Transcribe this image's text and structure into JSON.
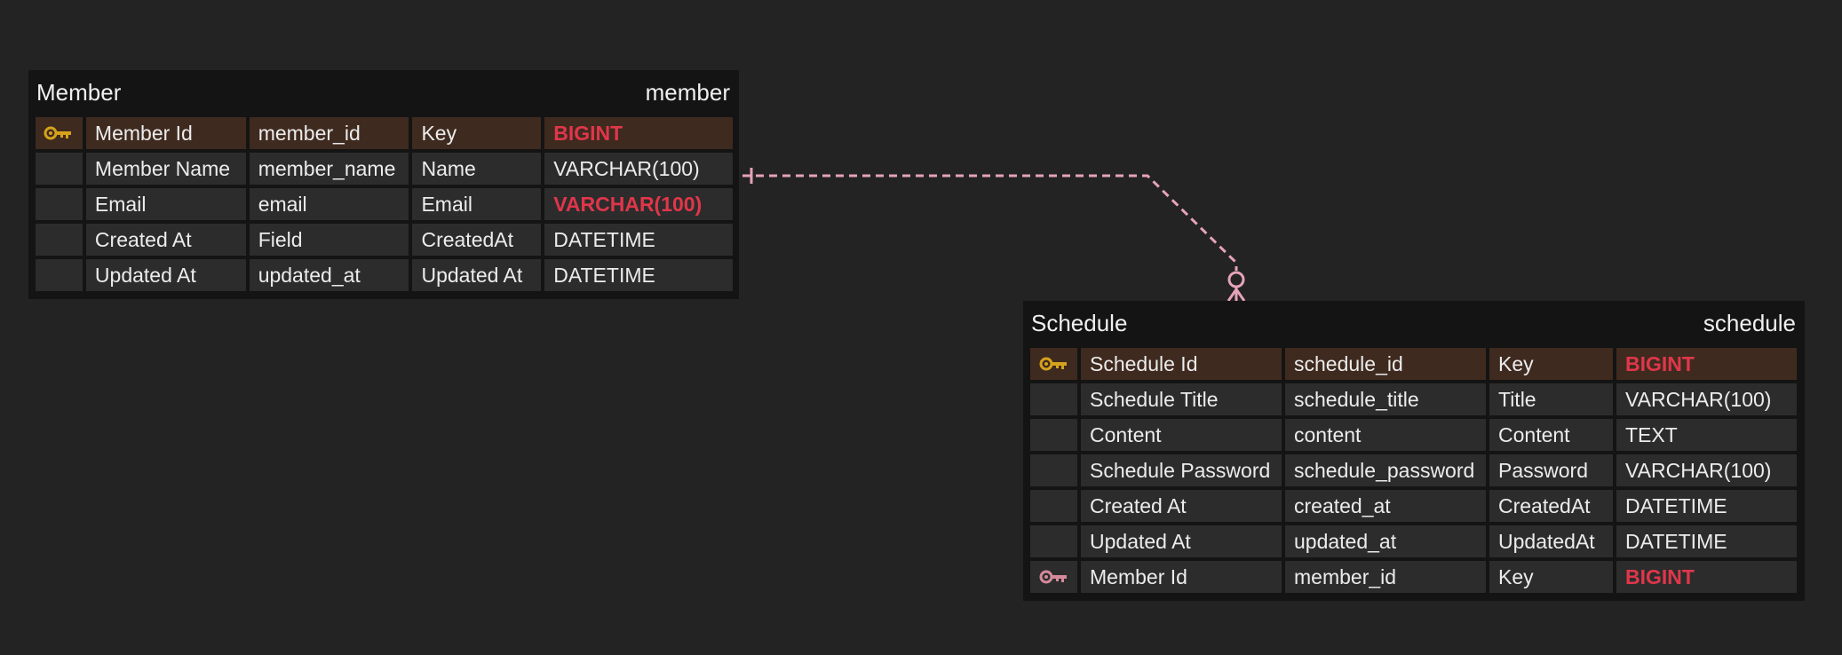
{
  "colors": {
    "background": "#232323",
    "table_bg": "#141414",
    "cell_bg": "#2c2c2c",
    "pk_row_bg": "#3f2a1f",
    "key_type_red": "#e0364a",
    "pk_icon": "#d4a21c",
    "fk_icon": "#d48a9a",
    "relation_line": "#e6a3b8"
  },
  "member": {
    "logical_name": "Member",
    "physical_name": "member",
    "columns": [
      {
        "icon": "primary-key-icon",
        "logical": "Member Id",
        "physical": "member_id",
        "domain": "Key",
        "type": "BIGINT",
        "type_highlight": true,
        "pk": true
      },
      {
        "icon": "",
        "logical": "Member Name",
        "physical": "member_name",
        "domain": "Name",
        "type": "VARCHAR(100)",
        "type_highlight": false,
        "pk": false
      },
      {
        "icon": "",
        "logical": "Email",
        "physical": "email",
        "domain": "Email",
        "type": "VARCHAR(100)",
        "type_highlight": true,
        "pk": false
      },
      {
        "icon": "",
        "logical": "Created At",
        "physical": "Field",
        "domain": "CreatedAt",
        "type": "DATETIME",
        "type_highlight": false,
        "pk": false
      },
      {
        "icon": "",
        "logical": "Updated At",
        "physical": "updated_at",
        "domain": "Updated At",
        "type": "DATETIME",
        "type_highlight": false,
        "pk": false
      }
    ]
  },
  "schedule": {
    "logical_name": "Schedule",
    "physical_name": "schedule",
    "columns": [
      {
        "icon": "primary-key-icon",
        "logical": "Schedule Id",
        "physical": "schedule_id",
        "domain": "Key",
        "type": "BIGINT",
        "type_highlight": true,
        "pk": true
      },
      {
        "icon": "",
        "logical": "Schedule Title",
        "physical": "schedule_title",
        "domain": "Title",
        "type": "VARCHAR(100)",
        "type_highlight": false,
        "pk": false
      },
      {
        "icon": "",
        "logical": "Content",
        "physical": "content",
        "domain": "Content",
        "type": "TEXT",
        "type_highlight": false,
        "pk": false
      },
      {
        "icon": "",
        "logical": "Schedule Password",
        "physical": "schedule_password",
        "domain": "Password",
        "type": "VARCHAR(100)",
        "type_highlight": false,
        "pk": false
      },
      {
        "icon": "",
        "logical": "Created At",
        "physical": "created_at",
        "domain": "CreatedAt",
        "type": "DATETIME",
        "type_highlight": false,
        "pk": false
      },
      {
        "icon": "",
        "logical": "Updated At",
        "physical": "updated_at",
        "domain": "UpdatedAt",
        "type": "DATETIME",
        "type_highlight": false,
        "pk": false
      },
      {
        "icon": "foreign-key-icon",
        "logical": "Member Id",
        "physical": "member_id",
        "domain": "Key",
        "type": "BIGINT",
        "type_highlight": true,
        "pk": false
      }
    ]
  },
  "relationship": {
    "from": "member",
    "to": "schedule",
    "from_cardinality": "one",
    "to_cardinality": "zero-or-many",
    "line_style": "dashed"
  }
}
